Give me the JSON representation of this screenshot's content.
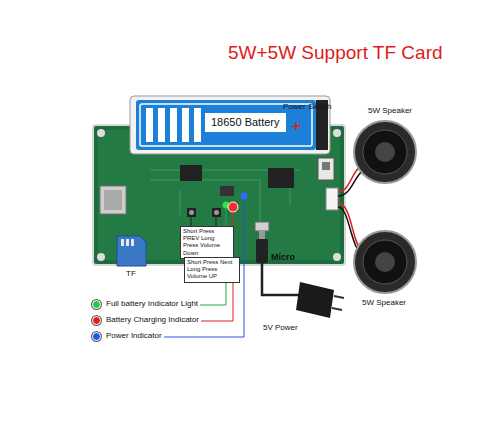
{
  "diagram": {
    "title": "5W+5W Support TF Card",
    "nodes": [
      {
        "text": [
          "18650 Battery"
        ]
      },
      {
        "text": [
          "Short Press PREV Long Press Volume Down"
        ]
      },
      {
        "text": [
          "Short Press Next Long Press Volume UP"
        ]
      }
    ],
    "labels": [
      "+",
      "Power Switch",
      "5W Speaker",
      "5W Speaker",
      "TF",
      "Micro",
      "5V Power"
    ],
    "legend": [
      {
        "text": "Full battery Indicator Light",
        "color": "#22cc44"
      },
      {
        "text": "Battery Charging Indicator",
        "color": "#e02020"
      },
      {
        "text": "Power Indicator",
        "color": "#2255ee"
      }
    ]
  }
}
